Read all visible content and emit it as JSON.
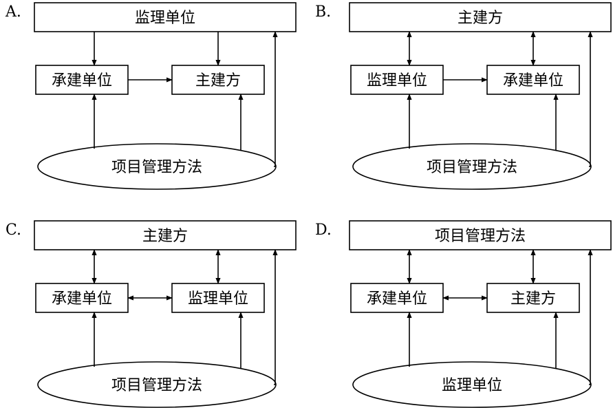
{
  "options": [
    {
      "letter": "A.",
      "top": "监理单位",
      "left": "承建单位",
      "right": "主建方",
      "ellipse": "项目管理方法",
      "top_arrows": "down",
      "middle_arrow": "right"
    },
    {
      "letter": "B.",
      "top": "主建方",
      "left": "监理单位",
      "right": "承建单位",
      "ellipse": "项目管理方法",
      "top_arrows": "both",
      "middle_arrow": "right"
    },
    {
      "letter": "C.",
      "top": "主建方",
      "left": "承建单位",
      "right": "监理单位",
      "ellipse": "项目管理方法",
      "top_arrows": "both",
      "middle_arrow": "both"
    },
    {
      "letter": "D.",
      "top": "项目管理方法",
      "left": "承建单位",
      "right": "主建方",
      "ellipse": "监理单位",
      "top_arrows": "both",
      "middle_arrow": "both"
    }
  ]
}
